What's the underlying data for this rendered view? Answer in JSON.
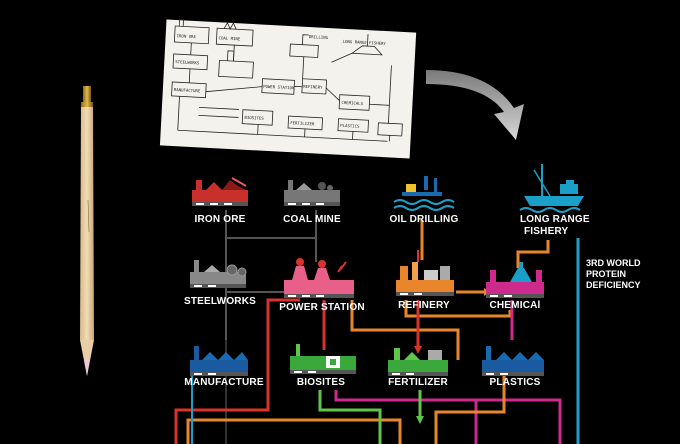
{
  "sketch_labels": {
    "iron_ore": "IRON ORE",
    "coal_mine": "COAL MINE",
    "oil_drilling": "DRILLING",
    "long_range_fishery": "LONG RANGE FISHERY",
    "steelworks": "STEELWORKS",
    "manufacture": "MANUFACTURE",
    "power_station": "POWER STATION",
    "refinery": "REFINERY",
    "chemicals": "CHEMICALS",
    "biosites": "BIOSITES",
    "fertilizer": "FERTILIZER",
    "plastics": "PLASTICS"
  },
  "nodes": {
    "iron_ore": "IRON ORE",
    "coal_mine": "COAL MINE",
    "oil_drilling": "OIL DRILLING",
    "fishery_line1": "LONG RANGE",
    "fishery_line2": "FISHERY",
    "steelworks": "STEELWORKS",
    "power_station": "POWER STATION",
    "refinery": "REFINERY",
    "chemical": "CHEMICAl",
    "manufacture": "MANUFACTURE",
    "biosites": "BIOSITES",
    "fertilizer": "FERTILIZER",
    "plastics": "PLASTICS"
  },
  "side_note": {
    "line1": "3RD WORLD",
    "line2": "PROTEIN",
    "line3": "DEFICIENCY"
  },
  "colors": {
    "background": "#000000",
    "orange": "#e9862c",
    "red": "#d9332b",
    "blue": "#1aa0c8",
    "magenta": "#cc2a8c",
    "green": "#5fc64a",
    "pink": "#e8608a",
    "gray": "#666666"
  }
}
